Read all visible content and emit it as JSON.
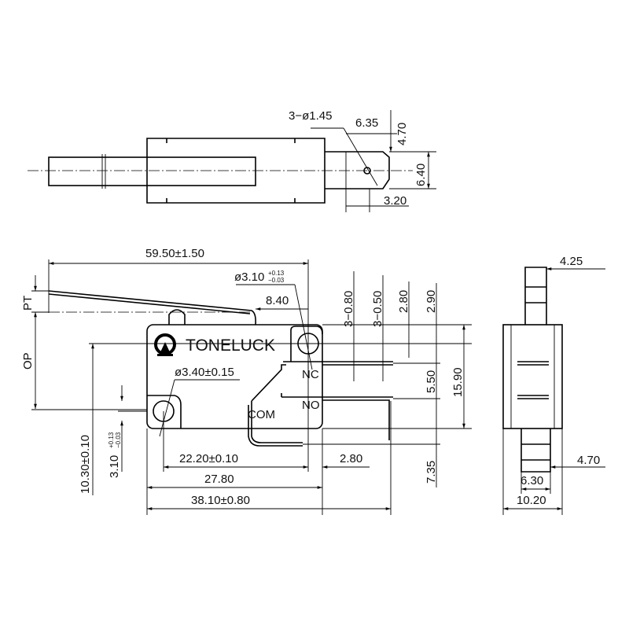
{
  "top_view": {
    "holes": "3−ø1.45",
    "d1": "6.35",
    "d2": "4.70",
    "d3": "6.40",
    "d4": "3.20"
  },
  "front_view": {
    "length": "59.50±1.50",
    "hole_nc": "ø3.10",
    "hole_nc_tol_plus": "+0.13",
    "hole_nc_tol_minus": "−0.03",
    "d_840": "8.40",
    "pt": "PT",
    "op": "OP",
    "brand": "TONELUCK",
    "hole_left": "ø3.40±0.15",
    "nc": "NC",
    "no": "NO",
    "com": "COM",
    "t_080": "3−0.80",
    "t_050": "3−0.50",
    "d_280a": "2.80",
    "d_290": "2.90",
    "d_550": "5.50",
    "d_1590": "15.90",
    "d_735": "7.35",
    "d_1030": "10.30±0.10",
    "d_310": "3.10",
    "d_310_plus": "+0.13",
    "d_310_minus": "−0.03",
    "d_2220": "22.20±0.10",
    "d_280b": "2.80",
    "d_2780": "27.80",
    "d_3810": "38.10±0.80"
  },
  "side_view": {
    "d_425": "4.25",
    "d_470": "4.70",
    "d_630": "6.30",
    "d_1020": "10.20"
  }
}
